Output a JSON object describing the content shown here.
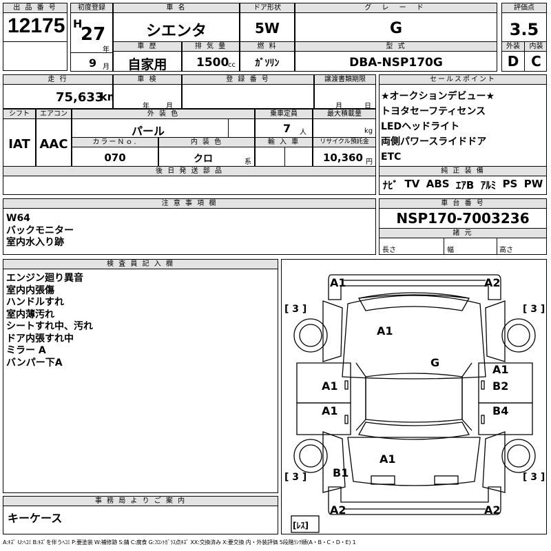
{
  "labels": {
    "lot_no": "出 品 番 号",
    "first_reg": "初度登録",
    "car_name": "車 名",
    "door": "ドア形状",
    "grade": "グ レ ー ド",
    "score": "評価点",
    "history": "車 歴",
    "displacement": "排 気 量",
    "fuel": "燃 料",
    "model": "型 式",
    "exterior": "外装",
    "interior": "内装",
    "mileage": "走 行",
    "inspection": "車 検",
    "reg_no": "登 録 番 号",
    "transfer_doc": "譲渡書類期限",
    "sales_point": "セールスポイント",
    "shift": "シフト",
    "aircon": "エアコン",
    "body_color": "外 装 色",
    "capacity": "乗車定員",
    "max_load": "最大積載量",
    "color_no": "カラーＮｏ.",
    "interior_color": "内 装 色",
    "import": "輸 入 車",
    "recycle": "リサイクル預託金",
    "later_parts": "後 日 発 送 部 品",
    "genuine": "純 正 装 備",
    "caution": "注 意 事 項 欄",
    "chassis": "車 台 番 号",
    "dimensions": "諸 元",
    "inspector": "検 査 員 記 入 欄",
    "office": "事 務 局 よ り ご 案 内"
  },
  "units": {
    "year": "年",
    "month": "月",
    "cc": "cc",
    "km": "km",
    "person": "人",
    "kg": "kg",
    "kei": "系",
    "yen": "円",
    "length": "長さ",
    "width": "幅",
    "height": "高さ"
  },
  "lot_no": "12175",
  "era": "H",
  "year": "27",
  "month": "9",
  "car_name": "シエンタ",
  "door": "5W",
  "grade": "G",
  "score": "3.5",
  "history": "自家用",
  "displacement": "1500",
  "fuel": "ｶﾞｿﾘﾝ",
  "model": "DBA-NSP170G",
  "exterior_score": "D",
  "interior_score": "C",
  "mileage": "75,633",
  "shift": "IAT",
  "aircon": "AAC",
  "body_color": "パール",
  "capacity": "7",
  "color_no": "070",
  "interior_color": "クロ",
  "recycle": "10,360",
  "sales_points": [
    "★オークションデビュー★",
    "トヨタセーフティセンス",
    "LEDヘッドライト",
    "両側パワースライドドア",
    "ETC"
  ],
  "equipment": [
    "ﾅﾋﾞ",
    "TV",
    "ABS",
    "ｴｱB",
    "ｱﾙﾐ",
    "PS",
    "PW"
  ],
  "caution_notes": [
    "W64",
    "バックモニター",
    "室内水入り跡"
  ],
  "chassis_no": "NSP170-7003236",
  "inspector_notes": [
    "エンジン廻り異音",
    "室内内張傷",
    "ハンドルすれ",
    "室内薄汚れ",
    "シートすれ中、汚れ",
    "ドア内張すれ中",
    "ミラー A",
    "バンパー下A"
  ],
  "office_note": "キーケース",
  "damage": {
    "fl": "A1",
    "fr": "A2",
    "hood": "A1",
    "roof": "G",
    "ldoor1": "A1",
    "ldoor2": "A1",
    "rdoor1a": "A1",
    "rdoor1b": "B2",
    "rdoor2": "B4",
    "rear": "A1",
    "lrear": "B1",
    "rl": "A2",
    "rr": "A2",
    "tl": "[ 3 ]",
    "tr": "[ 3 ]",
    "bl": "[ 3 ]",
    "br": "[ 3 ]",
    "spare": "[ﾚｽ]"
  },
  "legend": "A:ｷｽﾞ U:ﾍｺﾐ B:ｷｽﾞを伴うﾍｺﾐ P:要塗装 W:補修跡 S:錆 C:腐食 G:ﾌﾛﾝﾄｶﾞﾗｽ点ｷｽﾞ XX:交換済み X:要交換 内・外装評価 5段階ﾗﾝｸ順(A・B・C・D・E) 1"
}
